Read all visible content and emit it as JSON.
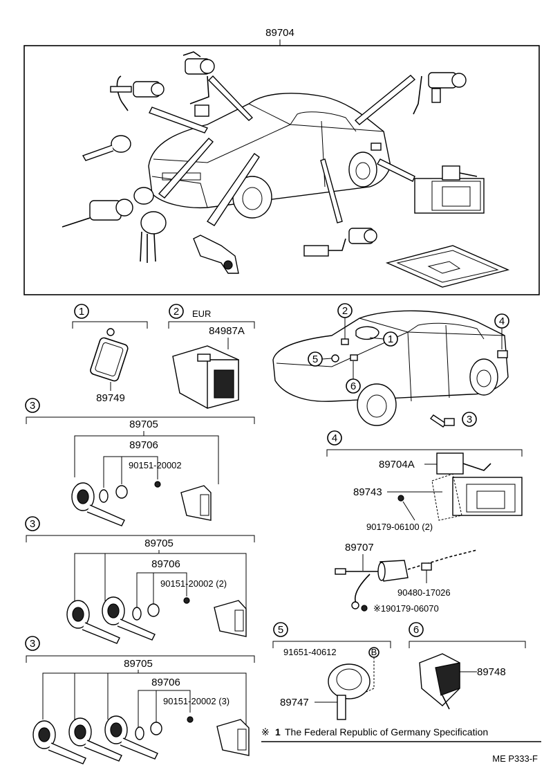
{
  "header": {
    "main_part": "89704"
  },
  "callouts": {
    "c1": "1",
    "c2": "2",
    "c3": "3",
    "c4": "4",
    "c5": "5",
    "c6": "6"
  },
  "section1": {
    "part": "89749"
  },
  "section2": {
    "region": "EUR",
    "part": "84987A"
  },
  "section3a": {
    "assy": "89705",
    "sub": "89706",
    "screw": "90151-20002"
  },
  "section3b": {
    "assy": "89705",
    "sub": "89706",
    "screw": "90151-20002 (2)"
  },
  "section3c": {
    "assy": "89705",
    "sub": "89706",
    "screw": "90151-20002 (3)"
  },
  "section4": {
    "p1": "89704A",
    "p2": "89743",
    "p3": "90179-06100 (2)",
    "p4": "89707",
    "p5": "90480-17026",
    "p6": "※190179-06070"
  },
  "section5": {
    "p1": "91651-40612",
    "bolt_mark": "B",
    "p2": "89747"
  },
  "section6": {
    "part": "89748"
  },
  "footnote": {
    "mark": "※",
    "num": "1",
    "text": "The Federal Republic of Germany Specification"
  },
  "page_ref": "ME P333-F",
  "icons": [
    "key-icon",
    "lock-cylinder-icon",
    "car-icon",
    "transponder-icon",
    "switch-icon",
    "antenna-icon",
    "ecu-icon",
    "sensor-icon"
  ]
}
